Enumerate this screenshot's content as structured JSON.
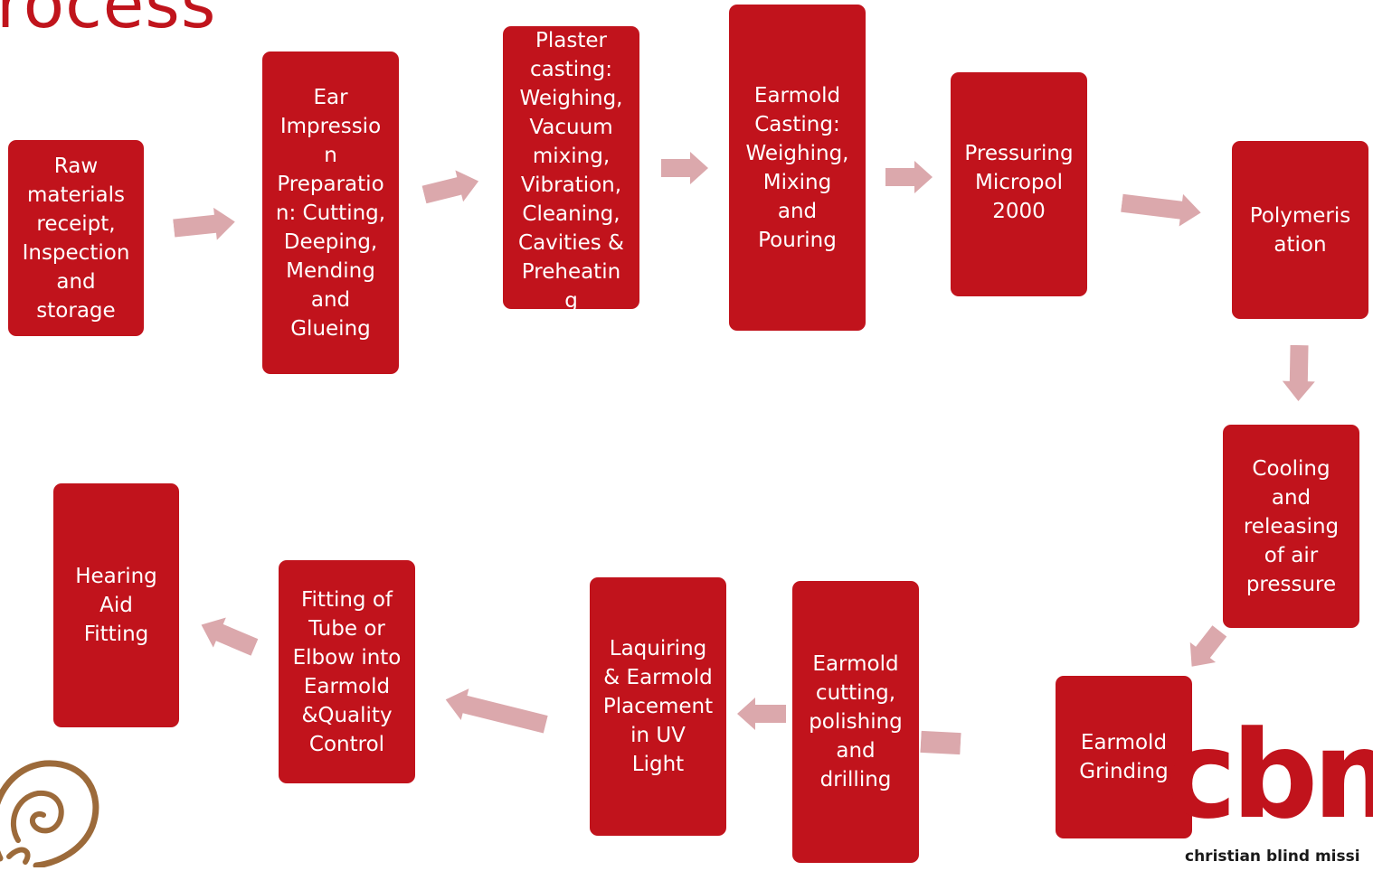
{
  "title": "rocess",
  "steps": [
    "Raw\nmaterials\nreceipt,\nInspection\nand\nstorage",
    "Ear\nImpressio\nn\nPreparatio\nn: Cutting,\nDeeping,\nMending\nand\nGlueing",
    "Plaster\ncasting:\nWeighing,\nVacuum\nmixing,\nVibration,\nCleaning,\nCavities &\nPreheatin\ng",
    "Earmold\nCasting:\nWeighing,\nMixing\nand\nPouring",
    "Pressuring\nMicropol\n2000",
    "Polymeris\nation",
    "Cooling\nand\nreleasing\nof air\npressure",
    "Earmold\nGrinding",
    "Earmold\ncutting,\npolishing\nand\ndrilling",
    "Laquiring\n& Earmold\nPlacement\nin UV\nLight",
    "Fitting of\nTube or\nElbow into\nEarmold\n&Quality\nControl",
    "Hearing\nAid\nFitting"
  ],
  "logo": {
    "letters": "cbm",
    "subtitle": "christian blind missi"
  },
  "colors": {
    "box": "#c1131c",
    "arrow": "#dba8ac",
    "title": "#c0141c"
  }
}
